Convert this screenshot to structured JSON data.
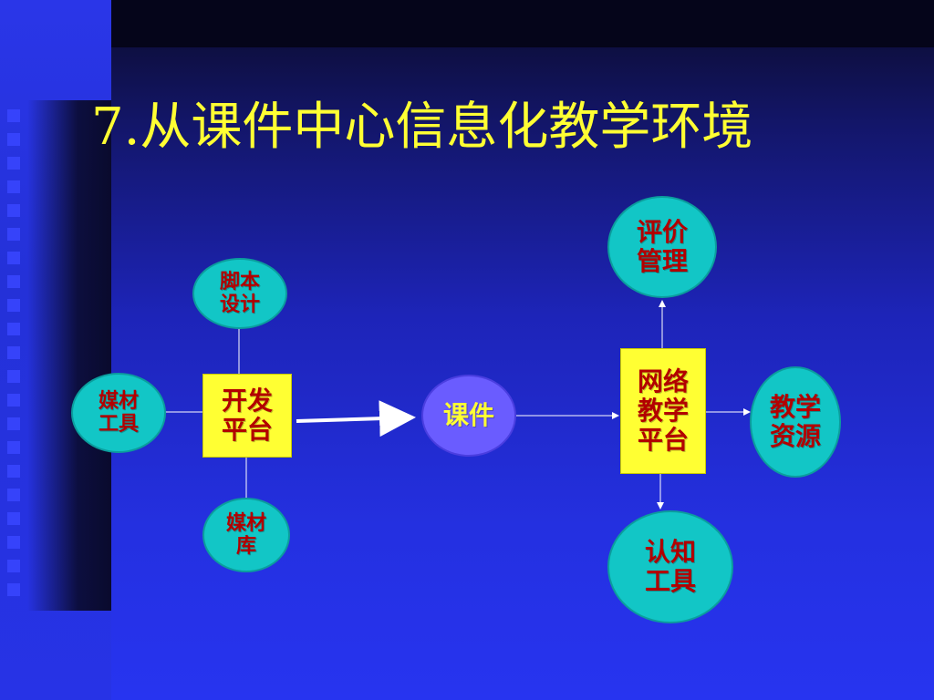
{
  "title": "7.从课件中心信息化教学环境",
  "nodes": {
    "script_design": "脚本\n设计",
    "media_tools": "媒材\n工具",
    "dev_platform": "开发\n平台",
    "media_library": "媒材\n库",
    "courseware": "课件",
    "network_platform": "网络\n教学\n平台",
    "evaluation": "评价\n管理",
    "teaching_resources": "教学\n资源",
    "cognitive_tools": "认知\n工具"
  },
  "colors": {
    "circle_fill": "#12c6c6",
    "box_fill": "#ffff33",
    "center_fill": "#6a5cff",
    "label_red": "#b20000",
    "title_yellow": "#ffff33"
  }
}
